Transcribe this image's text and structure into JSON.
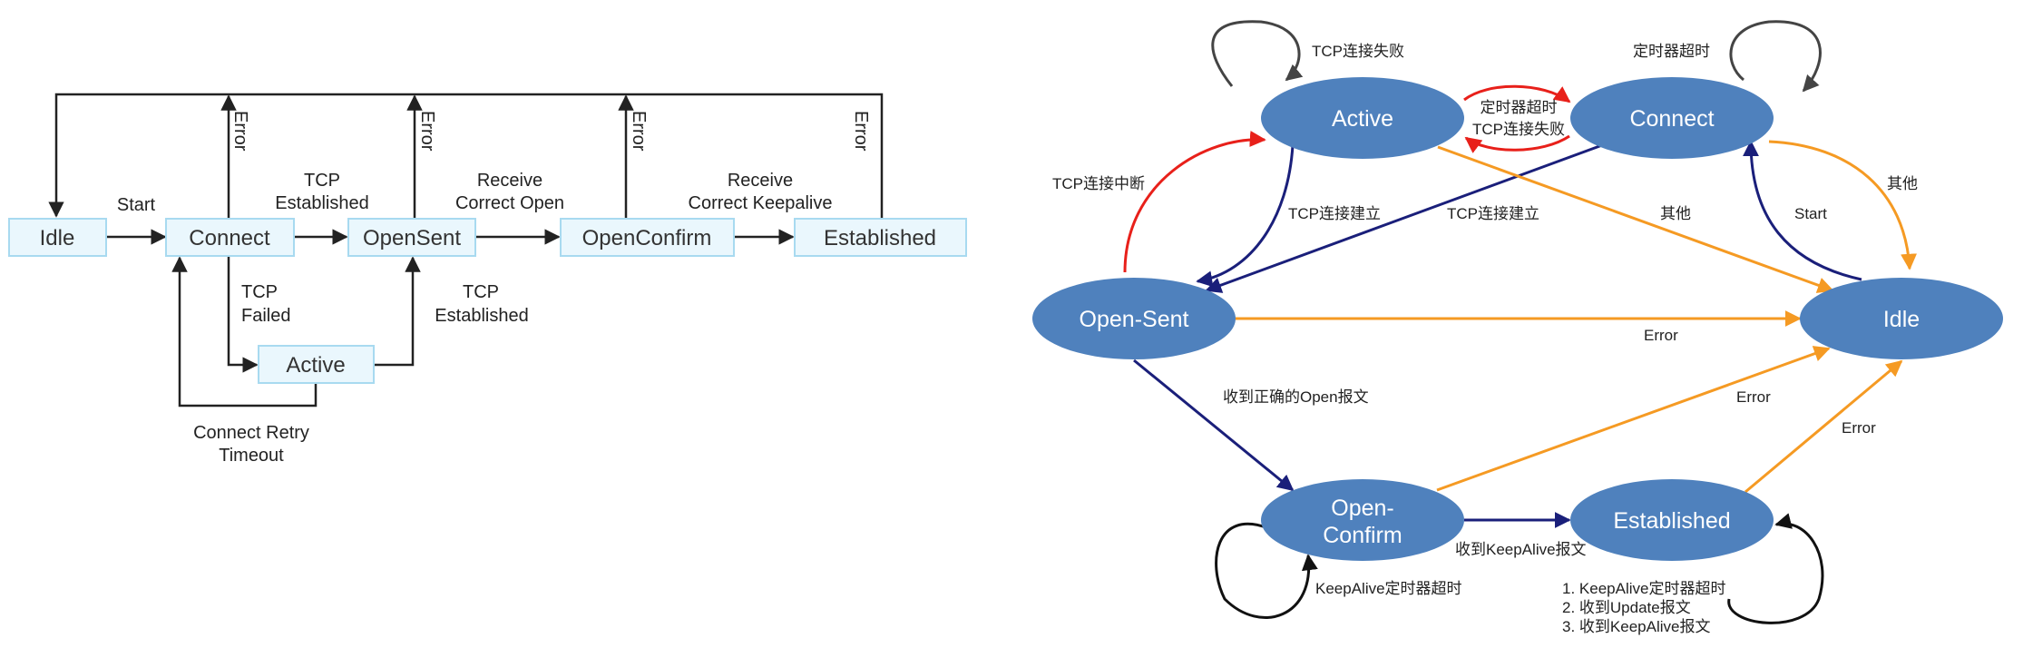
{
  "left": {
    "states": {
      "idle": "Idle",
      "connect": "Connect",
      "opensent": "OpenSent",
      "openconfirm": "OpenConfirm",
      "established": "Established",
      "active": "Active"
    },
    "labels": {
      "start": "Start",
      "tcp_established_1a": "TCP",
      "tcp_established_1b": "Established",
      "receive_open_a": "Receive",
      "receive_open_b": "Correct Open",
      "receive_keep_a": "Receive",
      "receive_keep_b": "Correct Keepalive",
      "tcp_failed_a": "TCP",
      "tcp_failed_b": "Failed",
      "tcp_established_2a": "TCP",
      "tcp_established_2b": "Established",
      "retry_a": "Connect Retry",
      "retry_b": "Timeout",
      "error": "Error"
    }
  },
  "right": {
    "states": {
      "active": "Active",
      "connect": "Connect",
      "opensent": "Open-Sent",
      "idle": "Idle",
      "openconfirm_a": "Open-",
      "openconfirm_b": "Confirm",
      "established": "Established"
    },
    "labels": {
      "tcp_fail": "TCP连接失败",
      "timer_timeout": "定时器超时",
      "mid_timer": "定时器超时",
      "mid_fail": "TCP连接失败",
      "tcp_break": "TCP连接中断",
      "tcp_build_1": "TCP连接建立",
      "tcp_build_2": "TCP连接建立",
      "other_1": "其他",
      "other_2": "其他",
      "start": "Start",
      "error_1": "Error",
      "error_2": "Error",
      "error_3": "Error",
      "recv_open": "收到正确的Open报文",
      "recv_keepalive": "收到KeepAlive报文",
      "keepalive_timeout": "KeepAlive定时器超时",
      "est_loop_1": "1. KeepAlive定时器超时",
      "est_loop_2": "2. 收到Update报文",
      "est_loop_3": "3. 收到KeepAlive报文"
    }
  },
  "colors": {
    "box_fill": "#eaf7fd",
    "box_stroke": "#a8daf0",
    "ellipse": "#4f81bd",
    "navy": "#1a1f7a",
    "orange": "#f59a23",
    "red": "#e8201a",
    "gray": "#444444"
  }
}
